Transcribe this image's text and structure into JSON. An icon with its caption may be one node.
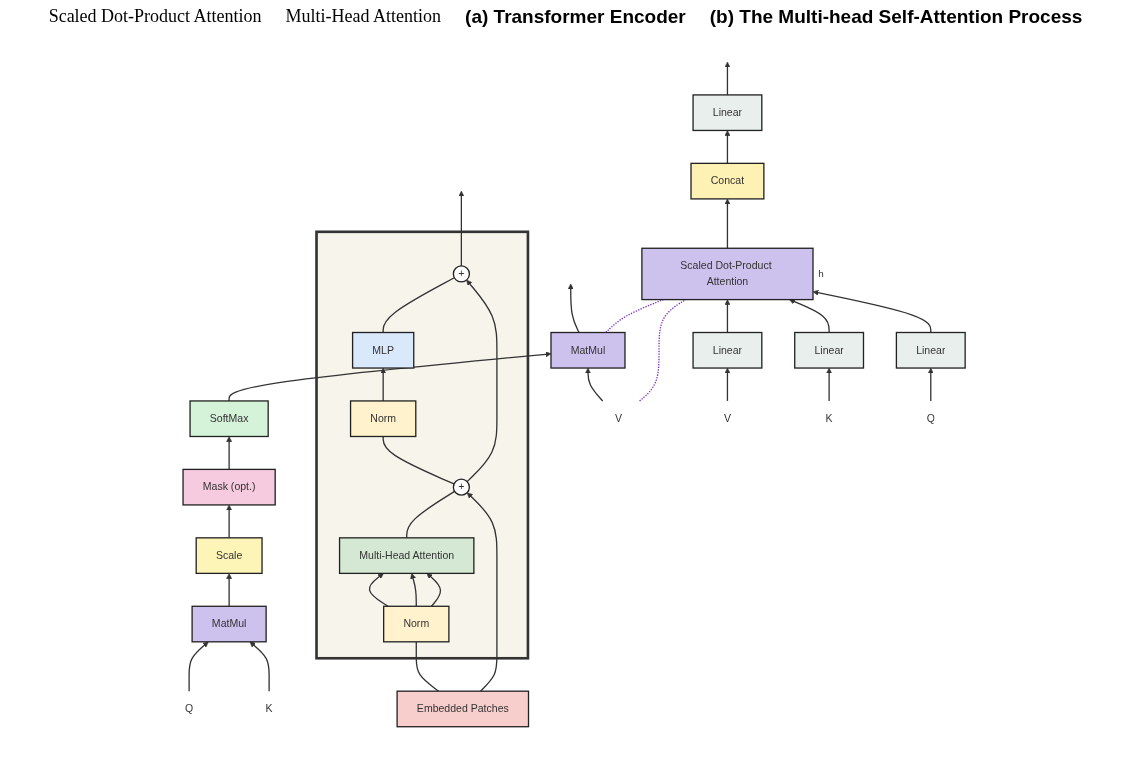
{
  "diagram": {
    "nodes": [
      {
        "text": [],
        "shape": "box"
      },
      {
        "text": [
          "+"
        ],
        "in": 0
      },
      {
        "text": [
          "MLP"
        ],
        "in": 0
      },
      {
        "text": [
          "Norm"
        ],
        "in": 0
      },
      {
        "text": [
          "+"
        ],
        "in": 0
      },
      {
        "text": [
          "Multi-Head Attention"
        ],
        "in": 0
      },
      {
        "text": [
          "Norm"
        ],
        "in": 0
      },
      {
        "text": [
          "Embedded Patches"
        ]
      },
      {
        "text": [
          "MatMul"
        ]
      },
      {
        "text": [
          "SoftMax"
        ]
      },
      {
        "text": [
          "Mask (opt.)"
        ]
      },
      {
        "text": [
          "Scale"
        ]
      },
      {
        "text": [
          "MatMul"
        ]
      },
      {
        "text": [
          "Q"
        ]
      },
      {
        "text": [
          "K"
        ]
      },
      {
        "text": [
          "V"
        ]
      },
      {
        "text": [
          "Linear"
        ]
      },
      {
        "text": [
          "Concat"
        ]
      },
      {
        "text": [
          "Scaled Dot-Product Attention"
        ],
        "beside": [
          "h"
        ]
      },
      {
        "text": [
          "Linear"
        ]
      },
      {
        "text": [
          "Linear"
        ]
      },
      {
        "text": [
          "Linear"
        ]
      },
      {
        "text": [
          "V"
        ]
      },
      {
        "text": [
          "K"
        ]
      },
      {
        "text": [
          "Q"
        ]
      }
    ],
    "edges": [
      {
        "from": 1,
        "to": null,
        "arrow": "to"
      },
      {
        "from": 2,
        "to": 1,
        "arrow": "none"
      },
      {
        "from": 3,
        "to": 2,
        "arrow": "to"
      },
      {
        "from": 4,
        "to": 3,
        "arrow": "none"
      },
      {
        "from": 4,
        "to": 1,
        "arrow": "to"
      },
      {
        "from": 5,
        "to": 4,
        "arrow": "none"
      },
      {
        "from": 6,
        "to": 5,
        "arrow": "to"
      },
      {
        "from": 6,
        "to": 5,
        "arrow": "to"
      },
      {
        "from": 6,
        "to": 5,
        "arrow": "to"
      },
      {
        "from": 7,
        "to": 6,
        "arrow": "none"
      },
      {
        "from": 7,
        "to": 4,
        "arrow": "to"
      },
      {
        "from": 8,
        "to": null,
        "arrow": "to"
      },
      {
        "from": 9,
        "to": 8,
        "arrow": "to"
      },
      {
        "from": 10,
        "to": 9,
        "arrow": "to"
      },
      {
        "from": 11,
        "to": 10,
        "arrow": "to"
      },
      {
        "from": 12,
        "to": 11,
        "arrow": "to"
      },
      {
        "from": 13,
        "to": 12,
        "arrow": "to"
      },
      {
        "from": 14,
        "to": 12,
        "arrow": "to"
      },
      {
        "from": 15,
        "to": 8,
        "arrow": "to"
      },
      {
        "from": 8,
        "to": 18,
        "arrow": "none",
        "style": "dashed",
        "color": "#7b2fbe"
      },
      {
        "from": 15,
        "to": 18,
        "arrow": "none",
        "style": "dashed",
        "color": "#7b2fbe"
      },
      {
        "from": 16,
        "to": null,
        "arrow": "to"
      },
      {
        "from": 17,
        "to": 16,
        "arrow": "to"
      },
      {
        "from": 18,
        "to": 17,
        "arrow": "to"
      },
      {
        "from": 19,
        "to": 18,
        "arrow": "to"
      },
      {
        "from": 20,
        "to": 18,
        "arrow": "to"
      },
      {
        "from": 21,
        "to": 18,
        "arrow": "to"
      },
      {
        "from": 22,
        "to": 19,
        "arrow": "to"
      },
      {
        "from": 23,
        "to": 20,
        "arrow": "to"
      },
      {
        "from": 24,
        "to": 21,
        "arrow": "to"
      }
    ],
    "labels": [
      "Scaled Dot-Product Attention",
      "Multi-Head Attention",
      "(a) Transformer Encoder",
      "(b) The Multi-head Self-Attention Process"
    ]
  }
}
